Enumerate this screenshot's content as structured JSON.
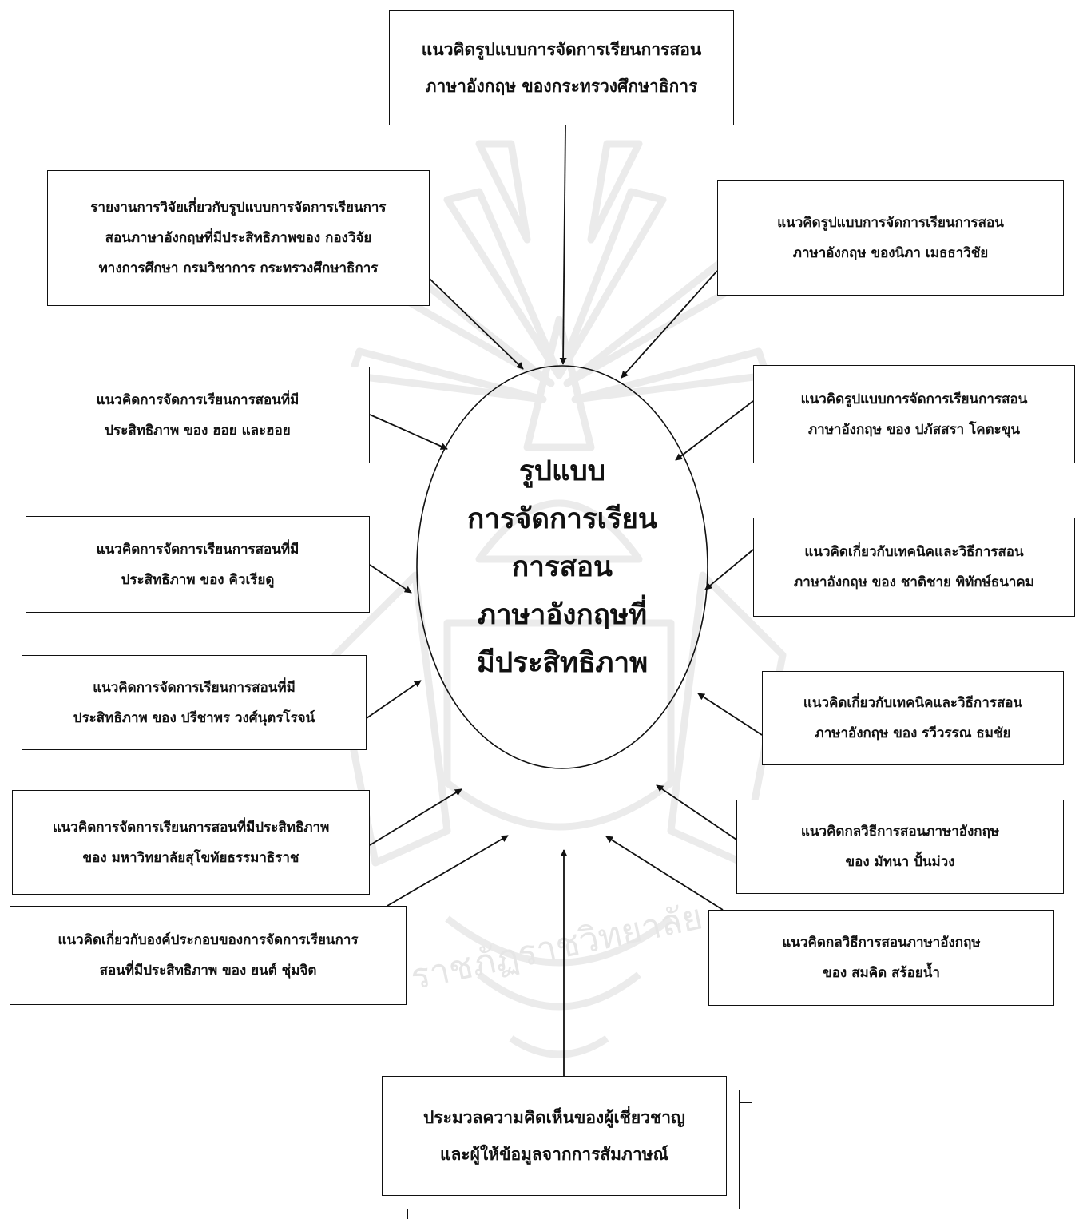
{
  "center": {
    "lines": [
      "รูปแบบ",
      "การจัดการเรียน",
      "การสอน",
      "ภาษาอังกฤษที่",
      "มีประสิทธิภาพ"
    ]
  },
  "boxes": {
    "top": {
      "line1": "แนวคิดรูปแบบการจัดการเรียนการสอน",
      "line2": "ภาษาอังกฤษ ของกระทรวงศึกษาธิการ"
    },
    "research_report": {
      "line1": "รายงานการวิจัยเกี่ยวกับรูปแบบการจัดการเรียนการ",
      "line2": "สอนภาษาอังกฤษที่มีประสิทธิภาพของ  กองวิจัย",
      "line3": "ทางการศึกษา กรมวิชาการ กระทรวงศึกษาธิการ"
    },
    "nipa": {
      "line1": "แนวคิดรูปแบบการจัดการเรียนการสอน",
      "line2": "ภาษาอังกฤษ ของนิภา  เมธธาวิชัย"
    },
    "hoy": {
      "line1": "แนวคิดการจัดการเรียนการสอนที่มี",
      "line2": "ประสิทธิภาพ ของ ฮอย และฮอย"
    },
    "paphatsara": {
      "line1": "แนวคิดรูปแบบการจัดการเรียนการสอน",
      "line2": "ภาษาอังกฤษ ของ ปภัสสรา  โคตะขุน"
    },
    "kiriadu": {
      "line1": "แนวคิดการจัดการเรียนการสอนที่มี",
      "line2": "ประสิทธิภาพ ของ  คิวเรียดู"
    },
    "chatichai": {
      "line1": "แนวคิดเกี่ยวกับเทคนิคและวิธีการสอน",
      "line2": "ภาษาอังกฤษ ของ   ชาติชาย  พิทักษ์ธนาคม"
    },
    "preechaporn": {
      "line1": "แนวคิดการจัดการเรียนการสอนที่มี",
      "line2": "ประสิทธิภาพ ของ   ปรีชาพร  วงศ์นุตรโรจน์"
    },
    "rawiwan": {
      "line1": "แนวคิดเกี่ยวกับเทคนิคและวิธีการสอน",
      "line2": "ภาษาอังกฤษ ของ   รวีวรรณ  ธมชัย"
    },
    "stou": {
      "line1": "แนวคิดการจัดการเรียนการสอนที่มีประสิทธิภาพ",
      "line2": "ของ  มหาวิทยาลัยสุโขทัยธรรมาธิราช"
    },
    "mattana": {
      "line1": "แนวคิดกลวิธีการสอนภาษาอังกฤษ",
      "line2": "ของ มัทนา  ปั้นม่วง"
    },
    "yon": {
      "line1": "แนวคิดเกี่ยวกับองค์ประกอบของการจัดการเรียนการ",
      "line2": "สอนที่มีประสิทธิภาพ   ของ ยนต์  ชุ่มจิต"
    },
    "somkid": {
      "line1": "แนวคิดกลวิธีการสอนภาษาอังกฤษ",
      "line2": "ของ สมคิด  สร้อยน้ำ"
    },
    "bottom": {
      "line1": "ประมวลความคิดเห็นของผู้เชี่ยวชาญ",
      "line2": "และผู้ให้ข้อมูลจากการสัมภาษณ์"
    }
  },
  "watermark": {
    "text": "ราชภัฏราชวิทยาลัย"
  }
}
